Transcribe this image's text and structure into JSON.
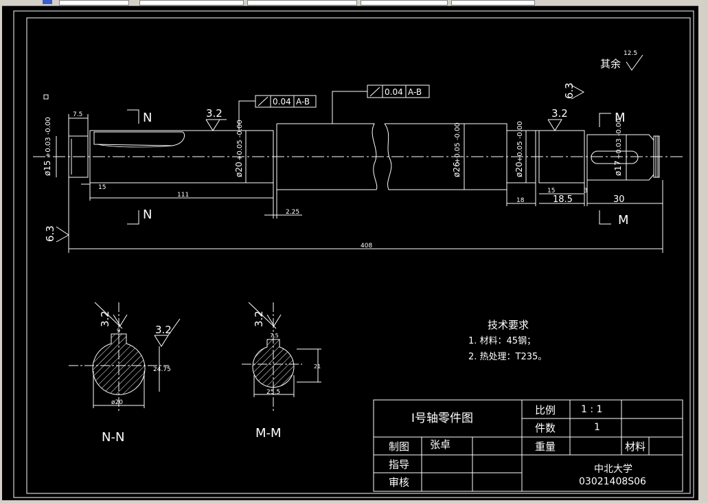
{
  "app": {
    "toolbar_icon": "app-icon"
  },
  "colors": {
    "background": "#000000",
    "lines": "#ffffff",
    "chrome": "#d4d0c8"
  },
  "drawing": {
    "section_labels": {
      "top_n": "N",
      "bottom_n": "N",
      "top_m": "M",
      "bottom_m": "M"
    },
    "roughness": {
      "r32_a": "3.2",
      "r32_b": "3.2",
      "r63_a": "6.3",
      "r63_b": "6.3",
      "other": "其余",
      "other_value": "12.5"
    },
    "tolerance_frame_1": {
      "value": "0.04",
      "datum": "A-B"
    },
    "tolerance_frame_2": {
      "value": "0.04",
      "datum": "A-B"
    },
    "diameters": {
      "d15": "ø15",
      "d15_tol": "+0.03 -0.00",
      "d20a": "ø20",
      "d20a_tol": "+0.05 -0.00",
      "d26": "ø26",
      "d26_tol": "+0.05 -0.00",
      "d20b": "ø20",
      "d20b_tol": "+0.05 -0.00",
      "d17": "ø17",
      "d17_tol": "+0.03 -0.00"
    },
    "dimensions": {
      "d7_5": "7.5",
      "d15a": "15",
      "d111": "111",
      "d2_25": "2.25",
      "d18": "18",
      "d18_5": "18.5",
      "d15b": "15",
      "d3": "3",
      "d30": "30",
      "d408": "408"
    },
    "section_nn": {
      "title": "N-N",
      "r1": "3.2",
      "r2": "3.2",
      "key": "9",
      "depth": "24.75",
      "dia": "ø20"
    },
    "section_mm": {
      "title": "M-M",
      "r1": "3.2",
      "key": "7.5",
      "depth": "21",
      "dia": "25.5"
    },
    "tech_req": {
      "title": "技术要求",
      "line1": "1. 材料：45钢；",
      "line2": "2. 热处理：T235。"
    },
    "title_block": {
      "part_name": "I号轴零件图",
      "scale_label": "比例",
      "scale_value": "1 : 1",
      "qty_label": "件数",
      "qty_value": "1",
      "weight_label": "重量",
      "material_label": "材料",
      "drawn_label": "制图",
      "drawn_by": "张卓",
      "guide_label": "指导",
      "review_label": "审核",
      "school": "中北大学",
      "code": "03021408S06"
    }
  }
}
